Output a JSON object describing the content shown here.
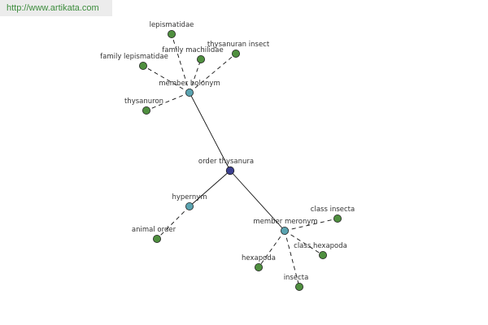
{
  "watermark": {
    "url": "http://www.artikata.com"
  },
  "colors": {
    "root": "#3b3f8f",
    "relation": "#5aa3b0",
    "leaf": "#4f8f3f",
    "edge": "#111111"
  },
  "graph": {
    "root": "order thysanura",
    "relations": [
      {
        "label": "member holonym",
        "children": [
          "lepismatidae",
          "family machilidae",
          "thysanuran insect",
          "family lepismatidae",
          "thysanuron"
        ]
      },
      {
        "label": "hypernym",
        "children": [
          "animal order"
        ]
      },
      {
        "label": "member meronym",
        "children": [
          "class insecta",
          "class hexapoda",
          "hexapoda",
          "insecta"
        ]
      }
    ]
  }
}
